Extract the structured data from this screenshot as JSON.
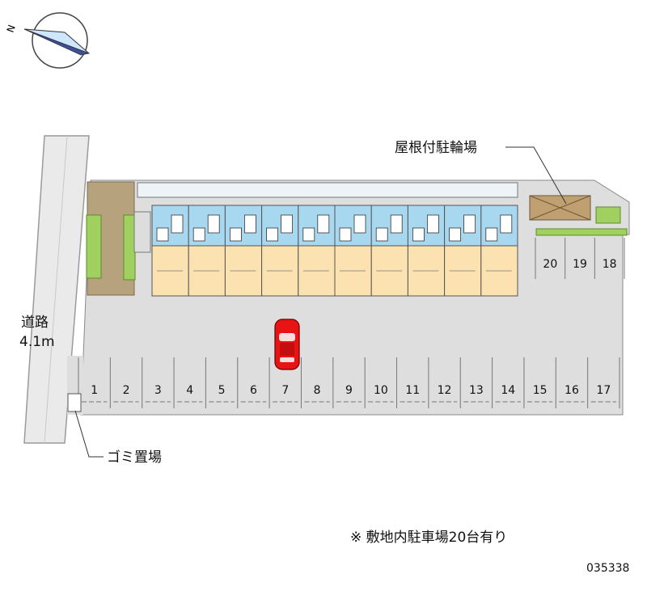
{
  "labels": {
    "bicycle_parking": "屋根付駐輪場",
    "road_name": "道路",
    "road_width": "4.1m",
    "garbage": "ゴミ置場",
    "note": "※ 敷地内駐車場20台有り",
    "property_code": "035338",
    "compass_letter": "N"
  },
  "parking_front": [
    "1",
    "2",
    "3",
    "4",
    "5",
    "6",
    "7",
    "8",
    "9",
    "10",
    "11",
    "12",
    "13",
    "14",
    "15",
    "16",
    "17"
  ],
  "parking_side": [
    "20",
    "19",
    "18"
  ],
  "highlighted_space": "7",
  "unit_count": 10,
  "colors": {
    "lot": "#dedede",
    "building_upper": "#a8d8f0",
    "building_lower": "#fce2b0",
    "road": "#eaeaea",
    "hedge": "#a0d060",
    "brick": "#b7a27e",
    "car": "#e81414"
  }
}
